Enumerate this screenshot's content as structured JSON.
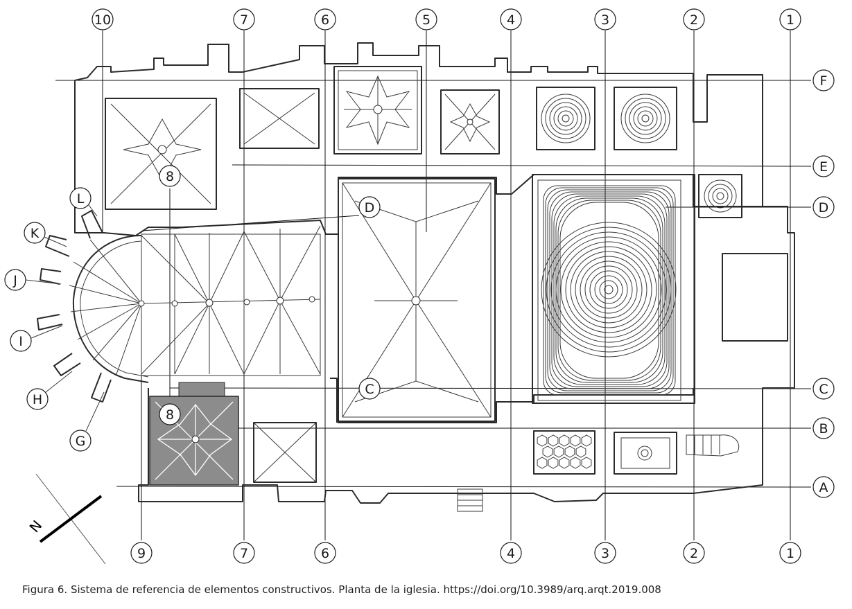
{
  "caption": "Figura 6. Sistema de referencia de elementos constructivos. Planta de la iglesia. https://doi.org/10.3989/arq.arqt.2019.008",
  "north_label": "N",
  "colors": {
    "ink": "#1a1a1a",
    "shaded_chapel": "#8c8c8c",
    "paper": "#ffffff"
  },
  "axes_top": [
    "10",
    "7",
    "6",
    "5",
    "4",
    "3",
    "2",
    "1"
  ],
  "axes_bottom": [
    "9",
    "7",
    "6",
    "4",
    "3",
    "2",
    "1"
  ],
  "axes_right": [
    "F",
    "E",
    "D",
    "C",
    "B",
    "A"
  ],
  "apse_labels": [
    "L",
    "K",
    "J",
    "I",
    "H",
    "G"
  ],
  "inner_labels": [
    "8",
    "D",
    "C",
    "8"
  ]
}
